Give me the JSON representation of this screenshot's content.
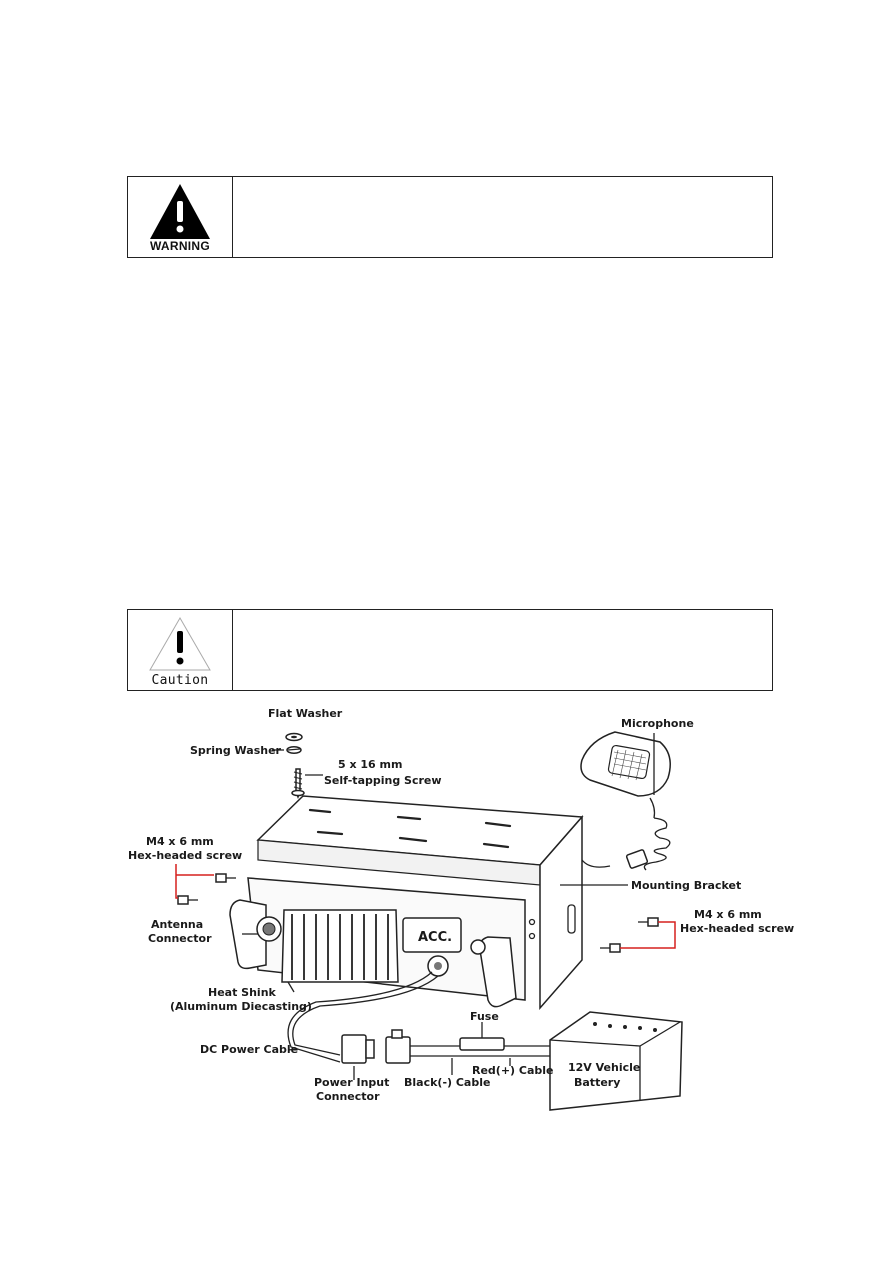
{
  "warning": {
    "caption": "WARNING",
    "icon": "warning-triangle-icon"
  },
  "caution": {
    "caption": "Caution",
    "icon": "caution-triangle-icon"
  },
  "diagram": {
    "labels": {
      "flat_washer": "Flat Washer",
      "spring_washer": "Spring Washer",
      "screw_size": "5 x 16 mm",
      "screw_type": "Self-tapping Screw",
      "microphone": "Microphone",
      "m4_left_1": "M4 x 6 mm",
      "m4_left_2": "Hex-headed screw",
      "antenna_1": "Antenna",
      "antenna_2": "Connector",
      "mounting_bracket": "Mounting Bracket",
      "m4_right_1": "M4 x 6 mm",
      "m4_right_2": "Hex-headed screw",
      "acc": "ACC.",
      "heat_1": "Heat Shink",
      "heat_2": "(Aluminum Diecasting)",
      "fuse": "Fuse",
      "dc_cable": "DC Power Cable",
      "red_cable": "Red(+) Cable",
      "battery_1": "12V Vehicle",
      "battery_2": "Battery",
      "power_1": "Power Input",
      "power_2": "Connector",
      "black_cable": "Black(-) Cable"
    },
    "accent_red": "#d6201f"
  }
}
